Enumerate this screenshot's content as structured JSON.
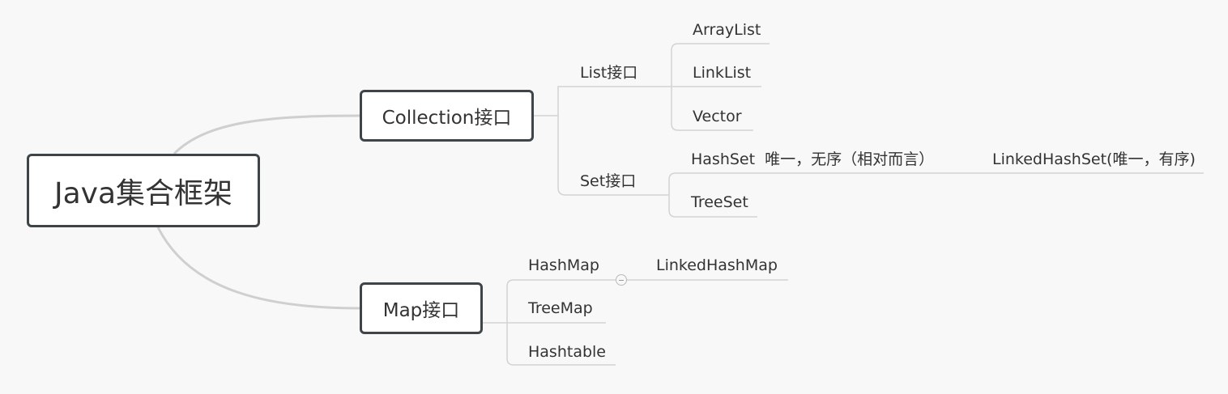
{
  "root": {
    "label": "Java集合框架"
  },
  "collection": {
    "label": "Collection接口",
    "list": {
      "label": "List接口",
      "items": [
        "ArrayList",
        "LinkList",
        "Vector"
      ]
    },
    "set": {
      "label": "Set接口",
      "hashset": {
        "label": "HashSet  唯一，无序（相对而言）",
        "child": "LinkedHashSet(唯一，有序)"
      },
      "treeset": "TreeSet"
    }
  },
  "map": {
    "label": "Map接口",
    "hashmap": {
      "label": "HashMap",
      "child": "LinkedHashMap"
    },
    "treemap": "TreeMap",
    "hashtable": "Hashtable"
  },
  "colors": {
    "node_border": "#3f4449",
    "line": "#d0d0d0",
    "background": "#f8f8f8",
    "text": "#333333"
  }
}
